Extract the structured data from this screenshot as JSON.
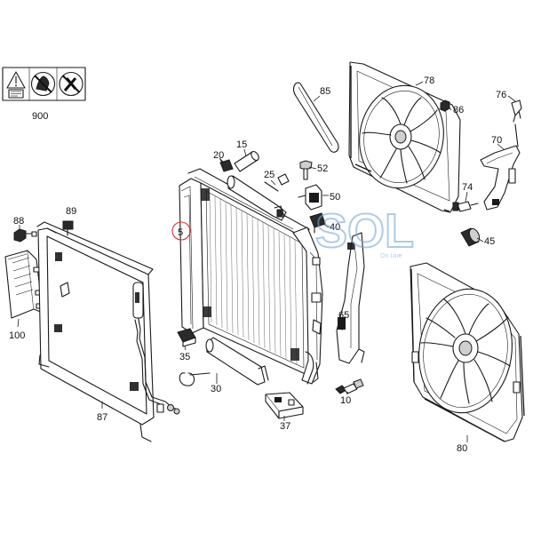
{
  "watermark": {
    "text": "SOL",
    "subtext": "On Line",
    "color": "#7aa7d9"
  },
  "highlight_color": "#e23030",
  "parts": {
    "p900": "900",
    "p100": "100",
    "p88": "88",
    "p89": "89",
    "p87": "87",
    "p5": "5",
    "p20": "20",
    "p15": "15",
    "p25": "25",
    "p52": "52",
    "p50": "50",
    "p40": "40",
    "p35": "35",
    "p30": "30",
    "p37": "37",
    "p10": "10",
    "p65": "65",
    "p85": "85",
    "p78": "78",
    "p86": "86",
    "p76": "76",
    "p70": "70",
    "p74": "74",
    "p45": "45",
    "p80": "80"
  }
}
